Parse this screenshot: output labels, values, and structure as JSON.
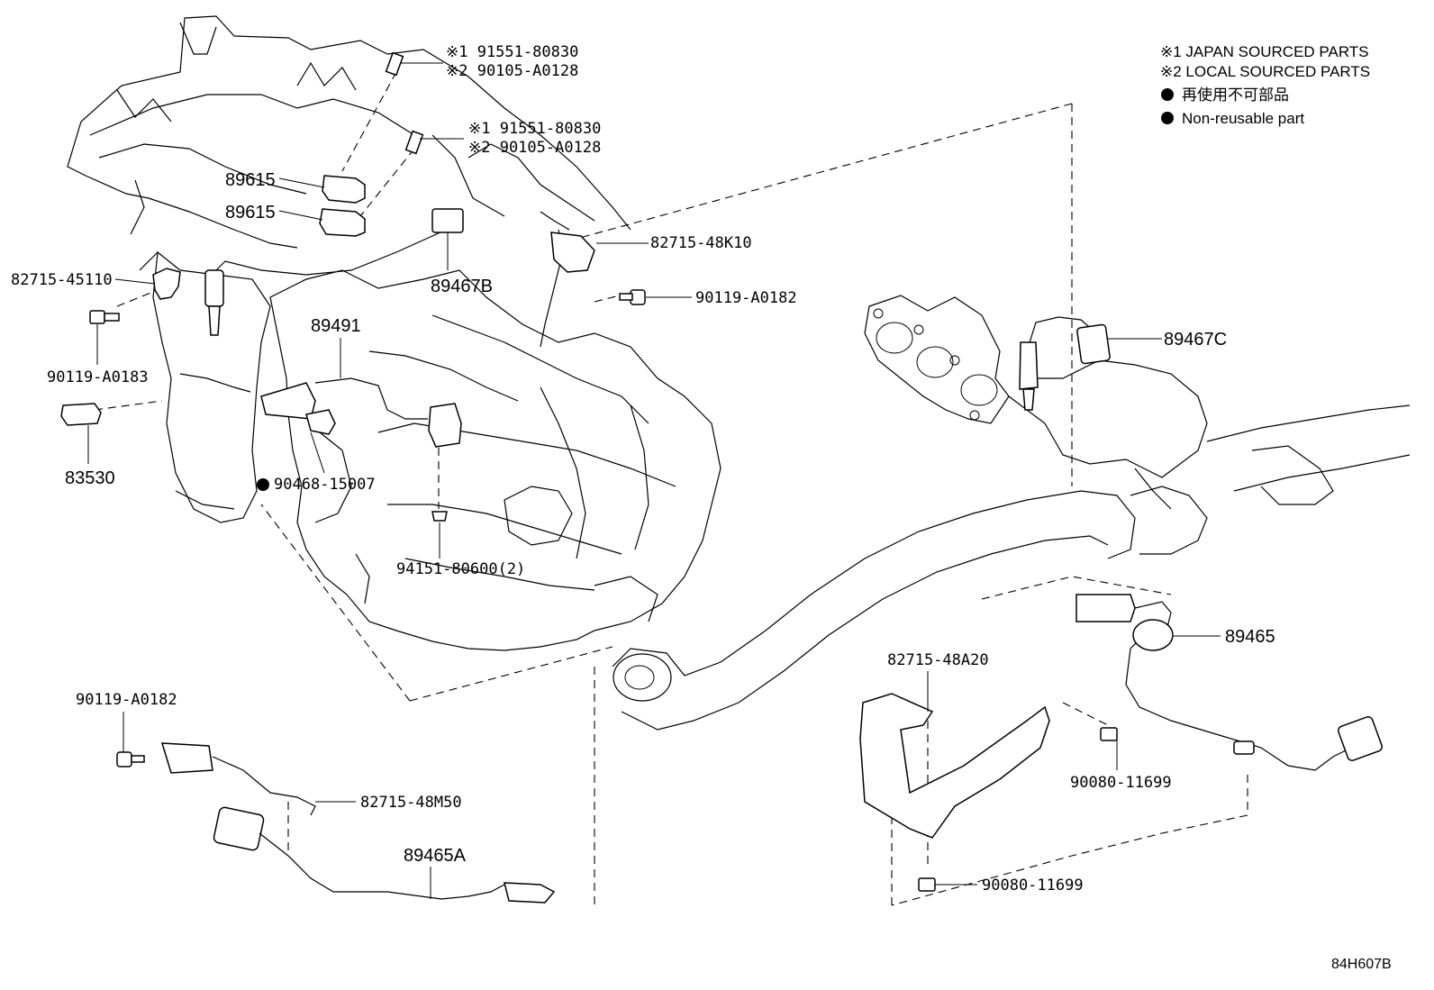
{
  "legend": {
    "japan_sourced": "※1 JAPAN SOURCED PARTS",
    "local_sourced": "※2 LOCAL SOURCED PARTS",
    "non_reusable_jp": "再使用不可部品",
    "non_reusable_en": "Non-reusable part"
  },
  "parts": {
    "bolt_top_a": [
      "※1 91551-80830",
      "※2 90105-A0128"
    ],
    "bolt_top_b": [
      "※1 91551-80830",
      "※2 90105-A0128"
    ],
    "knock_sensor_1": "89615",
    "knock_sensor_2": "89615",
    "clamp_45110": "82715-45110",
    "bolt_a0183": "90119-A0183",
    "oil_pressure_switch": "83530",
    "gasket": "90468-15007",
    "o2_sensor_b": "89467B",
    "speed_sensor": "89491",
    "bracket_48k10": "82715-48K10",
    "bolt_a0182_top": "90119-A0182",
    "o2_sensor_c": "89467C",
    "ring_94151": "94151-80600(2)",
    "o2_sensor_89465": "89465",
    "bracket_48a20": "82715-48A20",
    "bolt_11699_a": "90080-11699",
    "bolt_11699_b": "90080-11699",
    "bolt_a0182_bottom": "90119-A0182",
    "clamp_48m50": "82715-48M50",
    "o2_sensor_a": "89465A"
  },
  "illustration_code": "84H607B",
  "colors": {
    "ink": "#000000",
    "paper": "#ffffff"
  }
}
